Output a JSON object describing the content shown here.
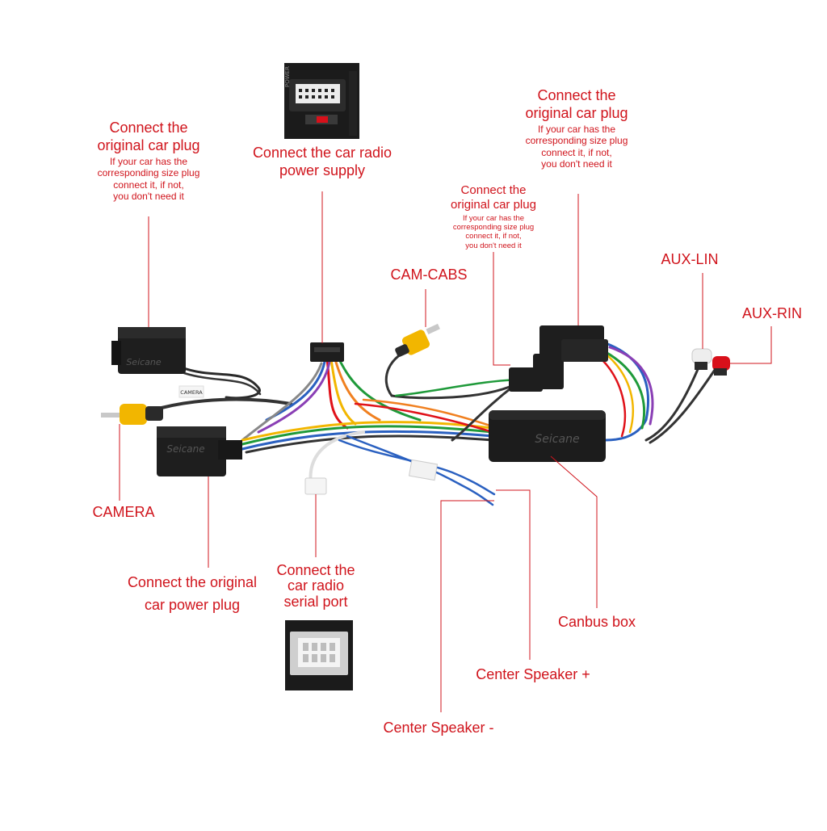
{
  "labels": {
    "top_left": {
      "title": [
        "Connect the",
        "original car plug"
      ],
      "note": [
        "If your car has the",
        "corresponding size plug",
        "connect it, if not,",
        "you don't need it"
      ]
    },
    "power_supply": {
      "title": [
        "Connect the car radio",
        "power supply"
      ],
      "photo_text": "POWER"
    },
    "top_right": {
      "title": [
        "Connect the",
        "original car plug"
      ],
      "note": [
        "If your car has the",
        "corresponding size plug",
        "connect it, if not,",
        "you don't need it"
      ]
    },
    "mid_right": {
      "title": [
        "Connect the",
        "original car plug"
      ],
      "note": [
        "If your car has the",
        "corresponding size plug",
        "connect it, if not,",
        "you don't need it"
      ]
    },
    "cam_cabs": "CAM-CABS",
    "aux_lin": "AUX-LIN",
    "aux_rin": "AUX-RIN",
    "camera": "CAMERA",
    "car_power_plug": [
      "Connect the original",
      "car power plug"
    ],
    "serial_port": [
      "Connect the",
      "car radio",
      "serial port"
    ],
    "canbus_box": "Canbus box",
    "center_speaker_plus": "Center Speaker +",
    "center_speaker_minus": "Center Speaker -"
  },
  "harness": {
    "watermark": "Seicane",
    "camera_tag": "CAMERA"
  },
  "colors": {
    "label_red": "#d0141c",
    "connector_black": "#1e1e1e",
    "rca_yellow": "#f2b600",
    "rca_red": "#d8101a",
    "rca_white": "#eeeeee"
  }
}
